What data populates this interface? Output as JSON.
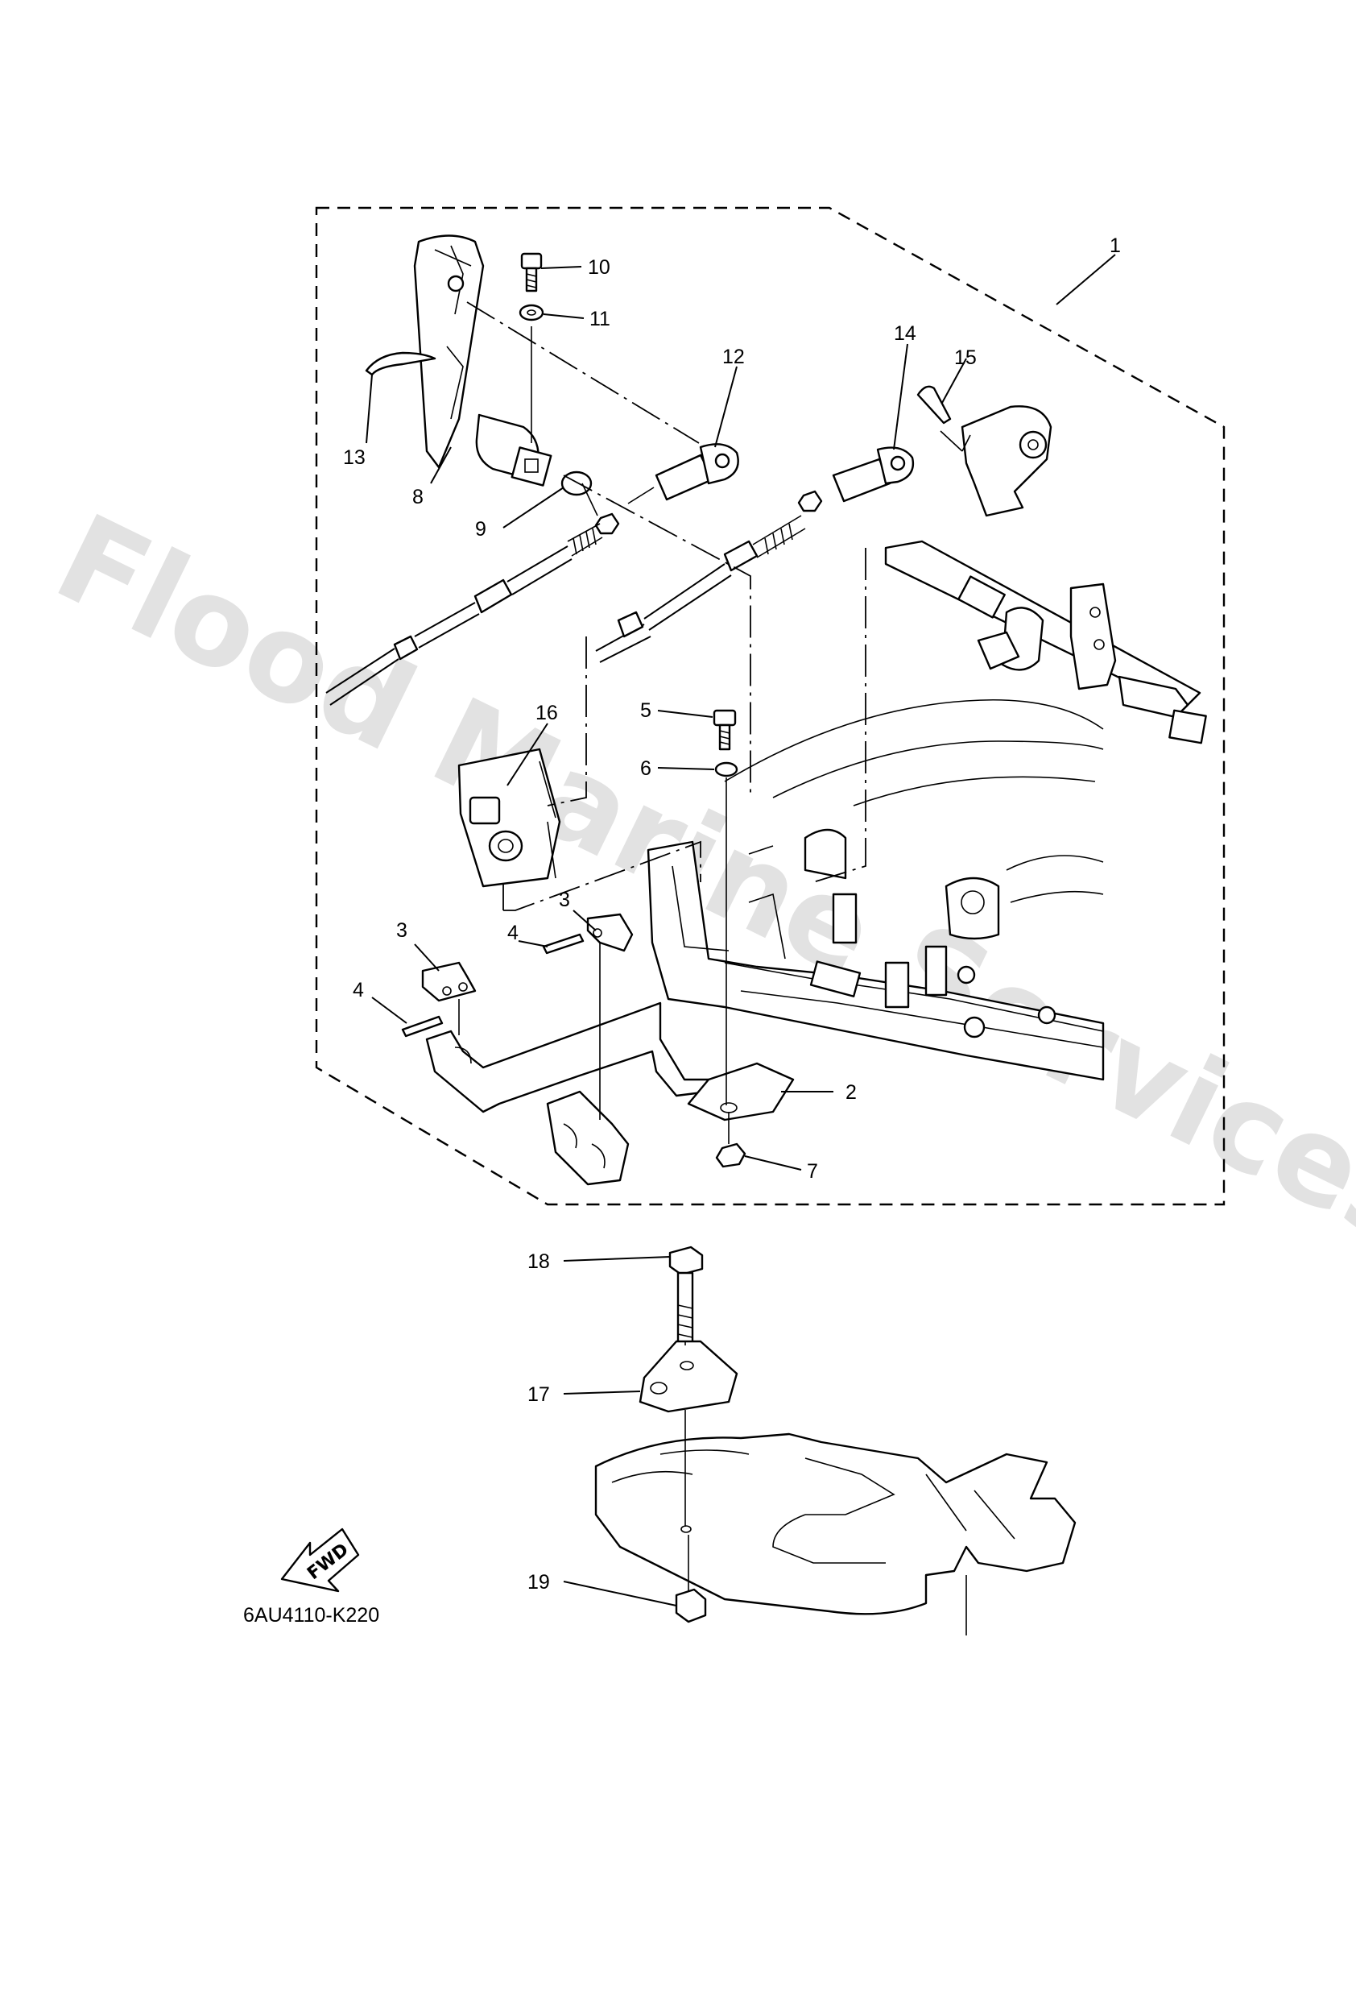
{
  "diagram": {
    "code": "6AU4110-K220",
    "watermark": "Flood Marine Services",
    "direction_mark": "FWD",
    "callouts": [
      "1",
      "2",
      "3",
      "3",
      "4",
      "4",
      "5",
      "6",
      "7",
      "8",
      "9",
      "10",
      "11",
      "12",
      "13",
      "14",
      "15",
      "16",
      "17",
      "18",
      "19"
    ]
  }
}
